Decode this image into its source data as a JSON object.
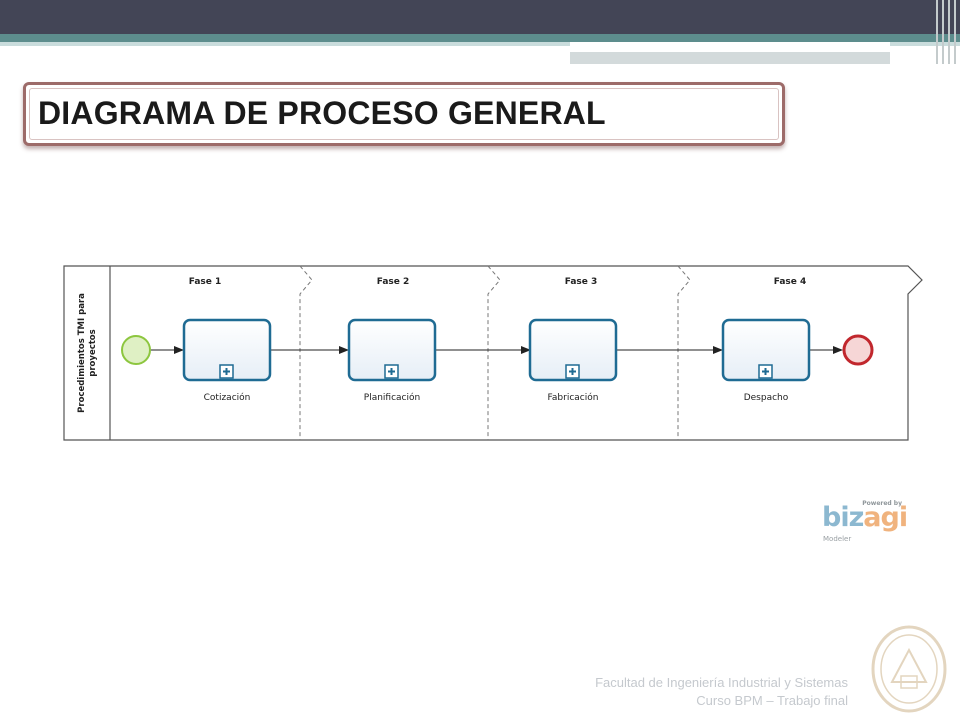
{
  "slide": {
    "title": "DIAGRAMA DE PROCESO GENERAL",
    "footer_line1": "Facultad de Ingeniería Industrial y Sistemas",
    "footer_line2": "Curso BPM – Trabajo final"
  },
  "diagram": {
    "lane_label_line1": "Procedimientos TMI para",
    "lane_label_line2": "proyectos",
    "phases": [
      {
        "label": "Fase 1"
      },
      {
        "label": "Fase 2"
      },
      {
        "label": "Fase 3"
      },
      {
        "label": "Fase 4"
      }
    ],
    "tasks": [
      {
        "label": "Cotización"
      },
      {
        "label": "Planificación"
      },
      {
        "label": "Fabricación"
      },
      {
        "label": "Despacho"
      }
    ]
  },
  "logo": {
    "powered": "Powered by",
    "brand_part1": "biz",
    "brand_part2": "agi",
    "product": "Modeler"
  },
  "colors": {
    "top_band": "#434556",
    "teal_band": "#5d8d8d",
    "task_stroke": "#1f6b93",
    "start_event": "#8dc63f",
    "end_event": "#c1272d"
  }
}
